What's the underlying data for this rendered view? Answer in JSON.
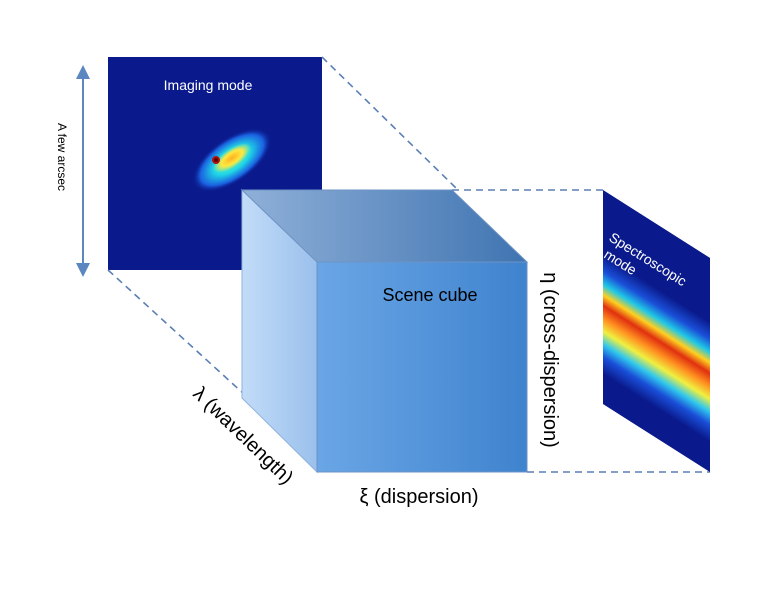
{
  "labels": {
    "imaging_mode": "Imaging mode",
    "spectroscopic_line1": "Spectroscopic",
    "spectroscopic_line2": "mode",
    "scene_cube": "Scene cube",
    "eta_axis": "η (cross-dispersion)",
    "xi_axis": "ξ (dispersion)",
    "lambda_axis": "λ (wavelength)",
    "scale": "A few arcsec"
  },
  "colors": {
    "dashed_line": "#5b7fb4",
    "arrow": "#5b86c0",
    "map_background": "#0a1a8c",
    "cube_front": "#4f8fd3",
    "cube_side": "#a9cbf3",
    "cube_top": "#4f80b9"
  }
}
